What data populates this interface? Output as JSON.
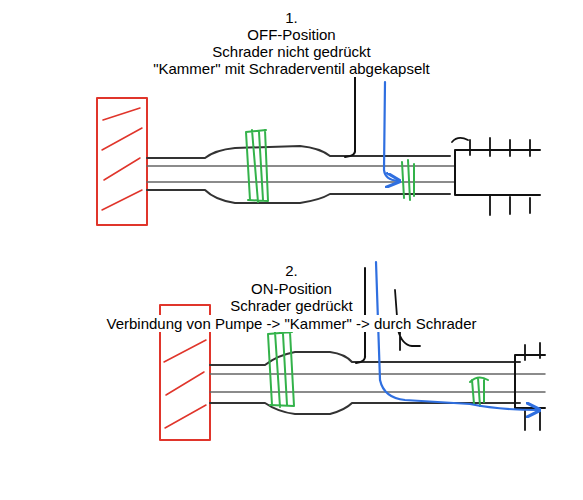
{
  "diagram": {
    "labels": [
      "1.",
      "OFF-Position",
      "Schrader nicht gedrückt",
      "\"Kammer\" mit Schraderventil abgekapselt",
      "2.",
      "ON-Position",
      "Schrader gedrückt",
      "Verbindung von Pumpe -> \"Kammer\" -> durch Schrader"
    ]
  }
}
